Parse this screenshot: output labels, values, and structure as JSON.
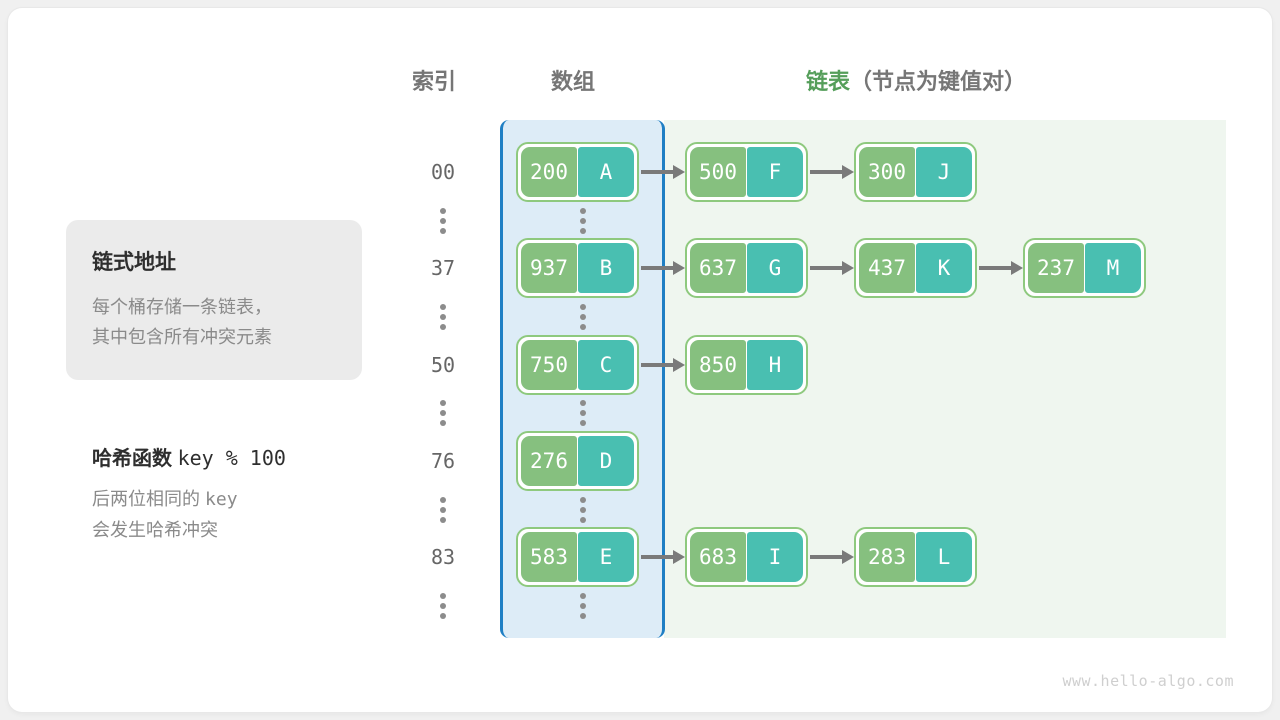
{
  "headers": {
    "index": "索引",
    "array": "数组",
    "list_accent": "链表",
    "list_sub": "（节点为键值对）"
  },
  "callout": {
    "title": "链式地址",
    "line1": "每个桶存储一条链表，",
    "line2": "其中包含所有冲突元素"
  },
  "note": {
    "title_text": "哈希函数 ",
    "title_code": "key % 100",
    "body_line1_a": "后两位相同的 ",
    "body_line1_code": "key",
    "body_line2": "会发生哈希冲突"
  },
  "colors": {
    "key_cell": "#86c07f",
    "value_cell": "#49bfb1",
    "node_border": "#8ec97e",
    "array_panel_bg": "#ddecf7",
    "array_panel_border": "#1f7fc4",
    "list_panel_bg": "#eff6ef",
    "accent_green": "#559e5a",
    "arrow": "#7a7a7a",
    "label_gray": "#767676"
  },
  "buckets": [
    {
      "index": "00",
      "nodes": [
        {
          "key": "200",
          "value": "A"
        },
        {
          "key": "500",
          "value": "F"
        },
        {
          "key": "300",
          "value": "J"
        }
      ]
    },
    {
      "index": "37",
      "nodes": [
        {
          "key": "937",
          "value": "B"
        },
        {
          "key": "637",
          "value": "G"
        },
        {
          "key": "437",
          "value": "K"
        },
        {
          "key": "237",
          "value": "M"
        }
      ]
    },
    {
      "index": "50",
      "nodes": [
        {
          "key": "750",
          "value": "C"
        },
        {
          "key": "850",
          "value": "H"
        }
      ]
    },
    {
      "index": "76",
      "nodes": [
        {
          "key": "276",
          "value": "D"
        }
      ]
    },
    {
      "index": "83",
      "nodes": [
        {
          "key": "583",
          "value": "E"
        },
        {
          "key": "683",
          "value": "I"
        },
        {
          "key": "283",
          "value": "L"
        }
      ]
    }
  ],
  "watermark": "www.hello-algo.com"
}
